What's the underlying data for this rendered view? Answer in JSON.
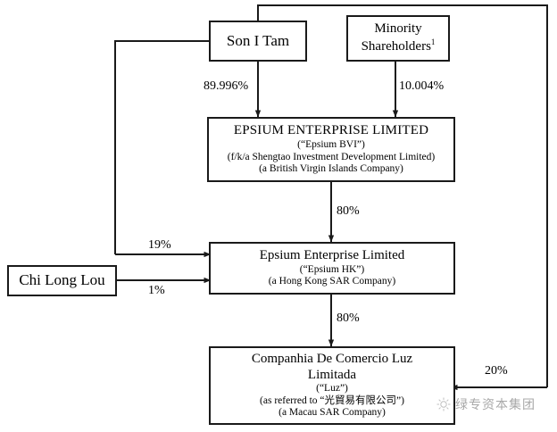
{
  "diagram": {
    "title": "Corporate Ownership Structure Chart",
    "type": "org-ownership-chart",
    "nodes": [
      {
        "id": "son-i-tam",
        "lines": [
          "Son I Tam"
        ]
      },
      {
        "id": "minority-shareholders",
        "lines": [
          "Minority",
          "Shareholders"
        ],
        "footnote": "1"
      },
      {
        "id": "epsium-bvi",
        "lines": [
          "EPSIUM ENTERPRISE LIMITED",
          "(“Epsium BVI”)",
          "(f/k/a Shengtao Investment Development Limited)",
          "(a British Virgin Islands Company)"
        ]
      },
      {
        "id": "epsium-hk",
        "lines": [
          "Epsium Enterprise Limited",
          "(“Epsium HK”)",
          "(a Hong Kong SAR Company)"
        ]
      },
      {
        "id": "chi-long-lou",
        "lines": [
          "Chi Long Lou"
        ]
      },
      {
        "id": "luz",
        "lines": [
          "Companhia De Comercio Luz",
          "Limitada",
          "(“Luz”)",
          "(as referred to “光貿易有限公司”)",
          "(a Macau SAR Company)"
        ]
      }
    ],
    "edges": [
      {
        "id": "son-to-bvi",
        "label": "89.996%",
        "from": "son-i-tam",
        "to": "epsium-bvi"
      },
      {
        "id": "minority-to-bvi",
        "label": "10.004%",
        "from": "minority-shareholders",
        "to": "epsium-bvi"
      },
      {
        "id": "bvi-to-hk",
        "label": "80%",
        "from": "epsium-bvi",
        "to": "epsium-hk"
      },
      {
        "id": "son-to-hk",
        "label": "19%",
        "from": "son-i-tam",
        "to": "epsium-hk"
      },
      {
        "id": "chi-to-hk",
        "label": "1%",
        "from": "chi-long-lou",
        "to": "epsium-hk"
      },
      {
        "id": "hk-to-luz",
        "label": "80%",
        "from": "epsium-hk",
        "to": "luz"
      },
      {
        "id": "minority-to-luz",
        "label": "20%",
        "from": "minority-shareholders",
        "to": "luz"
      }
    ],
    "watermark": {
      "text": "绿专资本集团",
      "icon": "sparkle-icon",
      "color": "#9a9a9a"
    },
    "colors": {
      "line": "#1a1a1a",
      "background": "#ffffff",
      "text": "#000000"
    }
  }
}
